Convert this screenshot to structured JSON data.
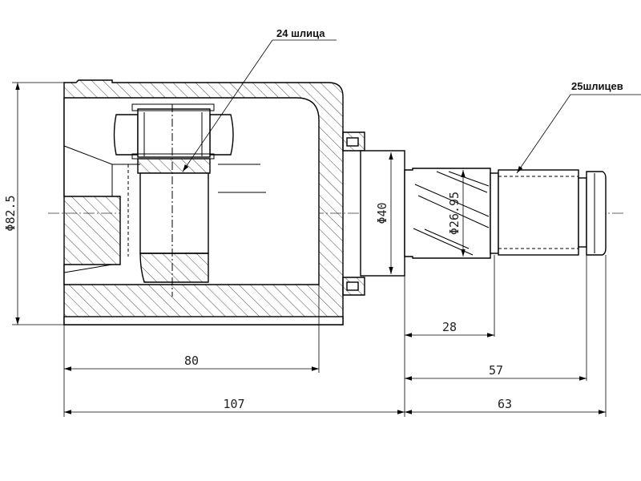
{
  "callouts": {
    "left_splines": "24 шлица",
    "right_splines": "25шлицев"
  },
  "dimensions": {
    "outer_diameter": "Φ82.5",
    "shoulder_diameter": "Φ40",
    "shaft_diameter": "Φ26.95",
    "housing_length": "80",
    "overall_length": "107",
    "spline_length": "28",
    "seat_length": "57",
    "shaft_length": "63"
  },
  "colors": {
    "line": "#000000",
    "background": "#ffffff"
  }
}
